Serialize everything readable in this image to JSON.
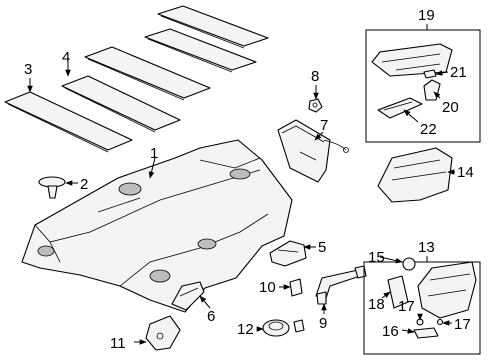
{
  "callouts": {
    "c1": "1",
    "c2": "2",
    "c3": "3",
    "c4": "4",
    "c5": "5",
    "c6": "6",
    "c7": "7",
    "c8": "8",
    "c9": "9",
    "c10": "10",
    "c11": "11",
    "c12": "12",
    "c13": "13",
    "c14": "14",
    "c15": "15",
    "c16": "16",
    "c17a": "17",
    "c17b": "17",
    "c18": "18",
    "c19": "19",
    "c20": "20",
    "c21": "21",
    "c22": "22"
  }
}
